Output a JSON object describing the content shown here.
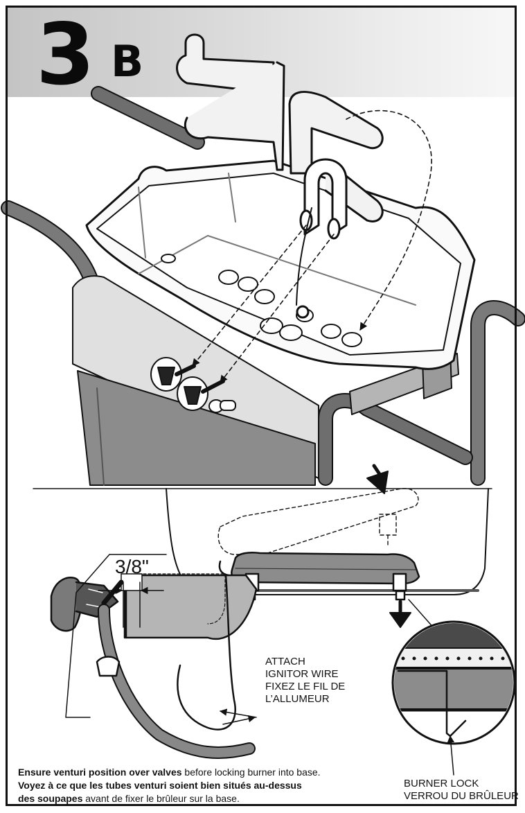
{
  "step": {
    "number": "3",
    "letter": "B"
  },
  "dimension": {
    "text": "3/8\""
  },
  "callouts": {
    "ignitor": {
      "line1": "ATTACH",
      "line2": "IGNITOR WIRE",
      "line3": "FIXEZ LE FIL DE",
      "line4": "L’ALLUMEUR"
    },
    "burner_lock": {
      "line1": "BURNER LOCK",
      "line2": "VERROU DU BRÛLEUR"
    }
  },
  "instructions": {
    "en_bold": "Ensure venturi position over valves",
    "en_rest": " before locking burner into base.",
    "fr_bold_1": "Voyez à ce que les tubes venturi soient bien situés au-dessus",
    "fr_bold_2": "des soupapes",
    "fr_rest": " avant de fixer le brûleur sur la base."
  }
}
